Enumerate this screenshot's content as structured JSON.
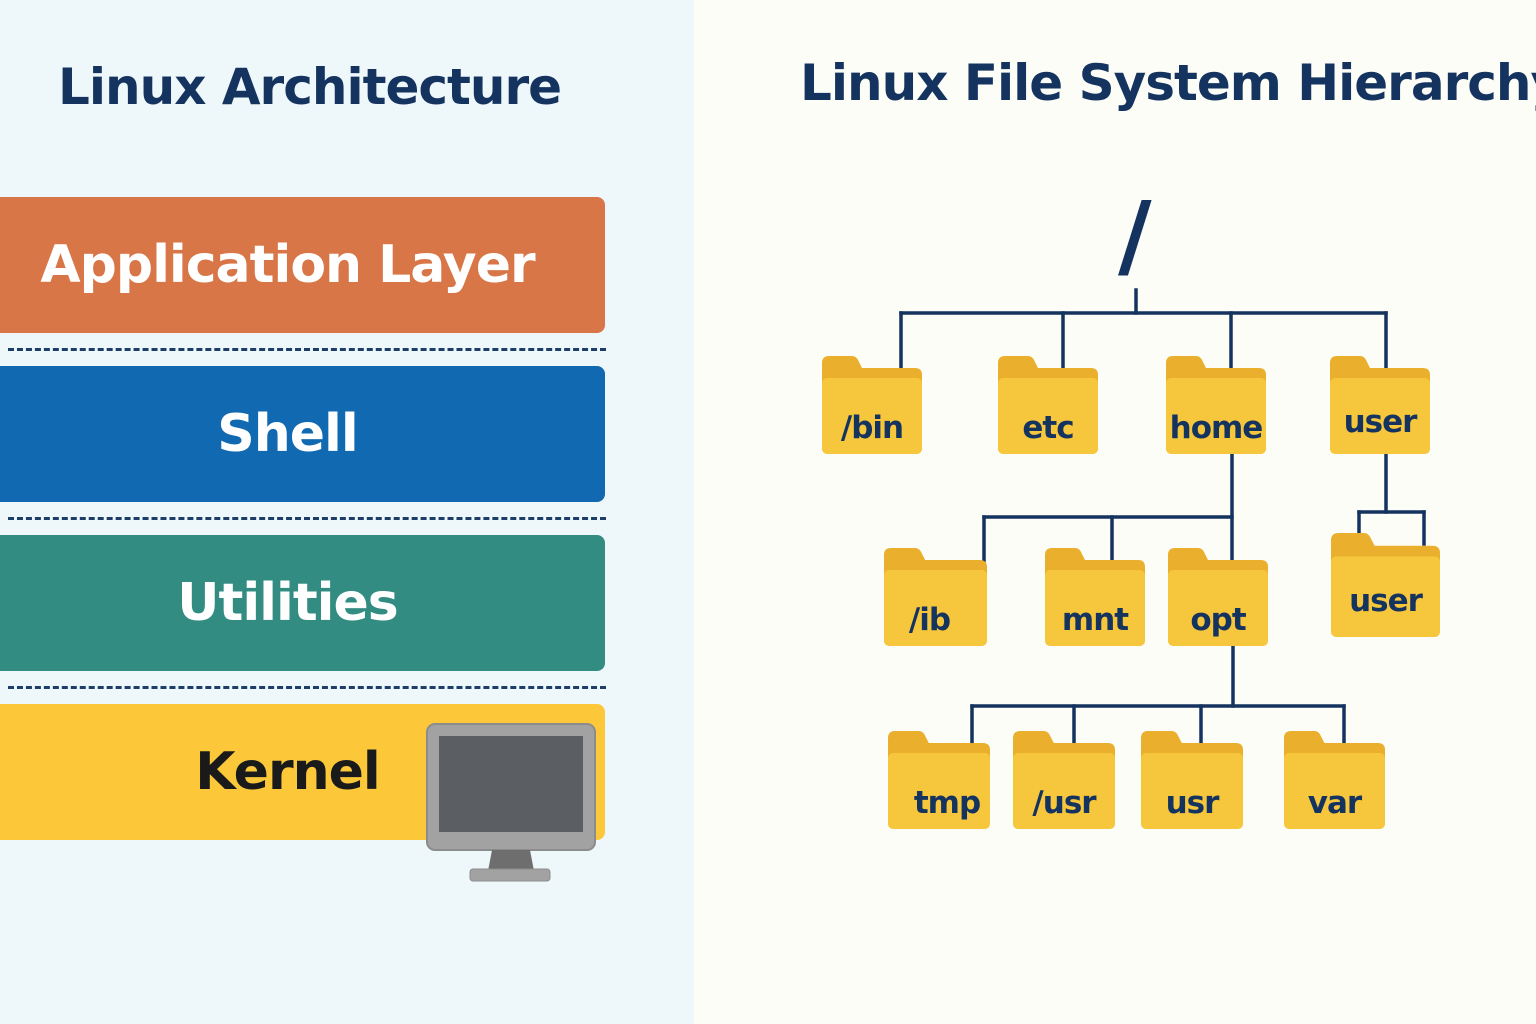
{
  "architecture": {
    "title": "Linux Architecture",
    "layers": [
      {
        "label": "Application Layer",
        "color": "#d97648"
      },
      {
        "label": "Shell",
        "color": "#1169b1"
      },
      {
        "label": "Utilities",
        "color": "#328c81"
      },
      {
        "label": "Kernel",
        "color": "#fcc83a"
      }
    ],
    "kernel_icon": "monitor-icon"
  },
  "filesystem": {
    "title": "Linux File System Hierarchy",
    "root": "/",
    "folder_icon": "folder-icon",
    "folder_color": "#f5c33b",
    "line_color": "#14335f",
    "level1": [
      "/bin",
      "etc",
      "home",
      "user"
    ],
    "level2_home": [
      "/ib",
      "mnt",
      "opt"
    ],
    "level2_user": [
      "user"
    ],
    "level3_opt": [
      "tmp",
      "/usr",
      "usr",
      "var"
    ]
  }
}
